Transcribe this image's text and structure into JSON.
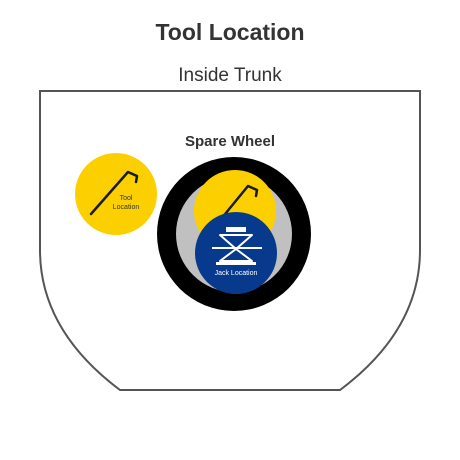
{
  "diagram": {
    "title": "Tool Location",
    "subtitle": "Inside Trunk",
    "spare_wheel_label": "Spare Wheel",
    "tool_badge": {
      "label_line1": "Tool",
      "label_line2": "Location",
      "icon": "tire-iron-icon"
    },
    "jack_badge": {
      "label": "Jack Location",
      "icon": "scissor-jack-icon"
    },
    "colors": {
      "tool_badge": "#fcd000",
      "jack_badge": "#073a8c",
      "tire": "#000000",
      "rim": "#c0c0c0",
      "trunk_outline": "#555555",
      "text": "#333333"
    }
  }
}
